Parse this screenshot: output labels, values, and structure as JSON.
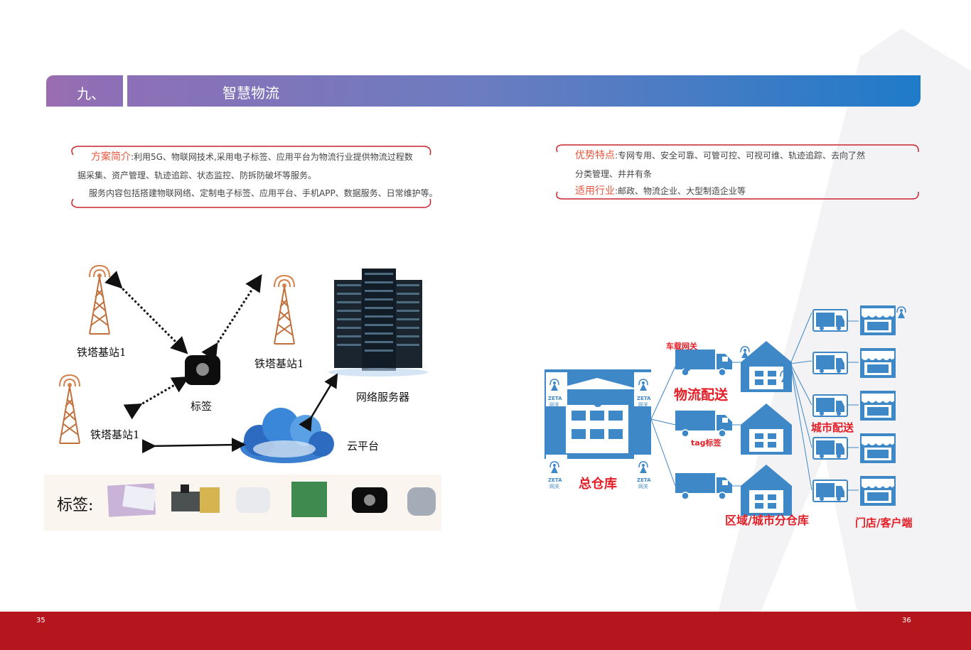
{
  "header": {
    "number": "九、",
    "title": "智慧物流"
  },
  "left_box": {
    "heading": "方案简介",
    "line1": ":利用5G、物联网技术,采用电子标签、应用平台为物流行业提供物流过程数",
    "line2": "据采集、资产管理、轨迹追踪、状态监控、防拆防破坏等服务。",
    "line3": "服务内容包括搭建物联网络、定制电子标签、应用平台、手机APP、数据服务、日常维护等。"
  },
  "right_box": {
    "heading1": "优势特点",
    "line1": ":专网专用、安全可靠、可管可控、可视可维、轨迹追踪、去向了然",
    "line2": "分类管理、井井有条",
    "heading2": "适用行业",
    "line3": ":邮政、物流企业、大型制造企业等"
  },
  "network_diagram": {
    "tower1": "铁塔基站1",
    "tower2": "铁塔基站1",
    "tower3": "铁塔基站1",
    "tag": "标签",
    "server": "网络服务器",
    "cloud": "云平台",
    "strip_label": "标签:"
  },
  "logistics_diagram": {
    "vehicle_gateway": "车载网关",
    "logistics_delivery": "物流配送",
    "tag_label": "tag标签",
    "main_warehouse": "总仓库",
    "regional_warehouse": "区域/城市分仓库",
    "city_delivery": "城市配送",
    "store_customer": "门店/客户端",
    "gateway_brand": "ZETA",
    "gateway_text": "网关"
  },
  "footer": {
    "page_left": "35",
    "page_right": "36"
  },
  "colors": {
    "header_start": "#8d70b7",
    "header_end": "#1f7bc9",
    "accent_red": "#e41e26",
    "footer": "#b5161d",
    "icon_blue": "#3f88c8"
  }
}
